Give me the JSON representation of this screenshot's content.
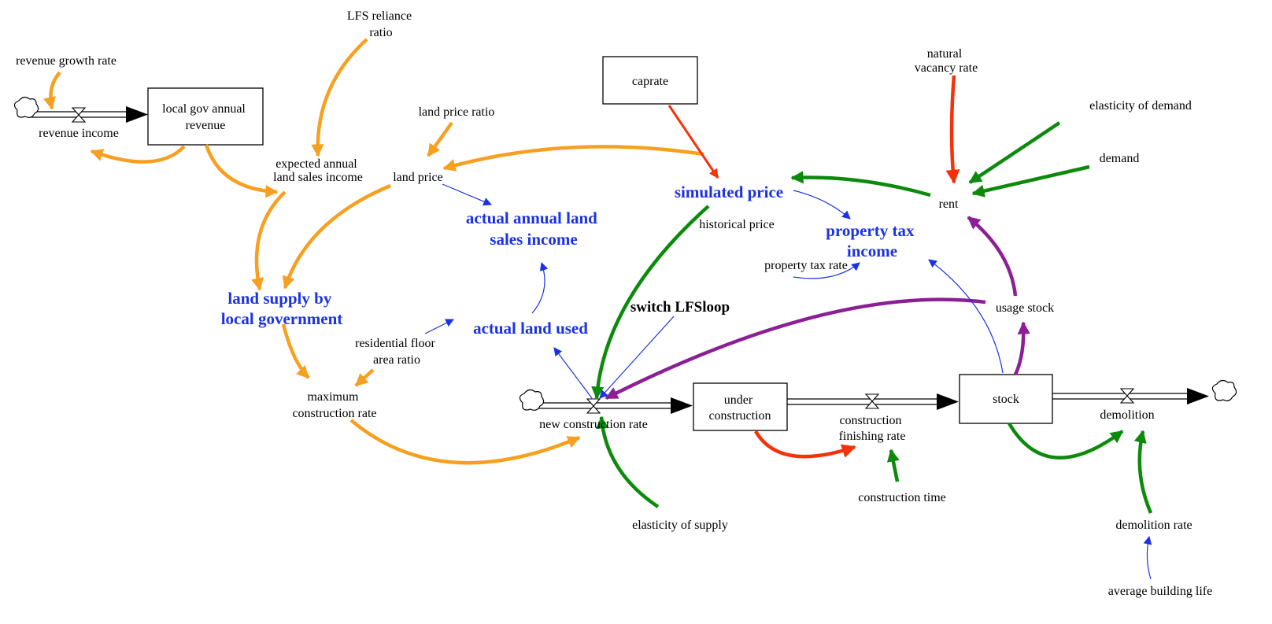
{
  "colors": {
    "orange": "#f7a020",
    "green": "#0b8a0b",
    "red": "#f5320a",
    "purple": "#8c1f96",
    "blue": "#1a32e6",
    "black": "#000000"
  },
  "icons": [
    "cloud-source-icon",
    "cloud-sink-icon",
    "valve-icon",
    "arrowhead-icon"
  ],
  "stocks": {
    "local_gov_annual_revenue": [
      "local gov annual",
      "revenue"
    ],
    "caprate": [
      "caprate"
    ],
    "under_construction": [
      "under",
      "construction"
    ],
    "stock": [
      "stock"
    ]
  },
  "flows": {
    "revenue_income": [
      "revenue income"
    ],
    "new_construction_rate": [
      "new construction rate"
    ],
    "construction_finishing_rate": [
      "construction",
      "finishing rate"
    ],
    "demolition": [
      "demolition"
    ]
  },
  "variables": {
    "revenue_growth_rate": [
      "revenue growth rate"
    ],
    "lfs_reliance_ratio": [
      "LFS reliance",
      "ratio"
    ],
    "land_price_ratio": [
      "land price ratio"
    ],
    "expected_annual_land_sales_income": [
      "expected annual",
      "land sales income"
    ],
    "land_price": [
      "land price"
    ],
    "natural_vacancy_rate": [
      "natural",
      "vacancy rate"
    ],
    "elasticity_of_demand": [
      "elasticity of demand"
    ],
    "demand": [
      "demand"
    ],
    "rent": [
      "rent"
    ],
    "historical_price": [
      "historical price"
    ],
    "property_tax_rate": [
      "property tax rate"
    ],
    "usage_stock": [
      "usage stock"
    ],
    "residential_floor_area_ratio": [
      "residential floor",
      "area ratio"
    ],
    "maximum_construction_rate": [
      "maximum",
      "construction rate"
    ],
    "elasticity_of_supply": [
      "elasticity of supply"
    ],
    "construction_time": [
      "construction time"
    ],
    "demolition_rate": [
      "demolition rate"
    ],
    "average_building_life": [
      "average building life"
    ]
  },
  "key_variables": {
    "simulated_price": [
      "simulated price"
    ],
    "actual_annual_land_sales_income": [
      "actual annual land",
      "sales income"
    ],
    "property_tax_income": [
      "property tax",
      "income"
    ],
    "land_supply_by_local_government": [
      "land supply by",
      "local government"
    ],
    "actual_land_used": [
      "actual land used"
    ]
  },
  "switches": {
    "switch_lfsloop": [
      "switch LFSloop"
    ]
  }
}
